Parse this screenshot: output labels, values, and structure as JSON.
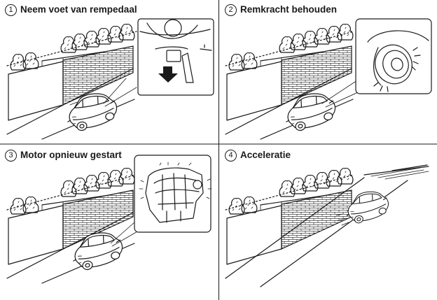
{
  "panels": [
    {
      "number": "1",
      "label": "Neem voet van rempedaal"
    },
    {
      "number": "2",
      "label": "Remkracht behouden"
    },
    {
      "number": "3",
      "label": "Motor opnieuw gestart"
    },
    {
      "number": "4",
      "label": "Acceleratie"
    }
  ],
  "icons": {
    "panel1": [
      "brake-pedal-icon",
      "down-arrow-icon",
      "car-icon",
      "brick-wall-icon"
    ],
    "panel2": [
      "wheel-icon",
      "brake-hold-icon",
      "car-icon"
    ],
    "panel3": [
      "engine-icon",
      "car-icon"
    ],
    "panel4": [
      "car-icon",
      "road-icon"
    ]
  },
  "colors": {
    "ink": "#1a1a1a",
    "background": "#ffffff"
  }
}
